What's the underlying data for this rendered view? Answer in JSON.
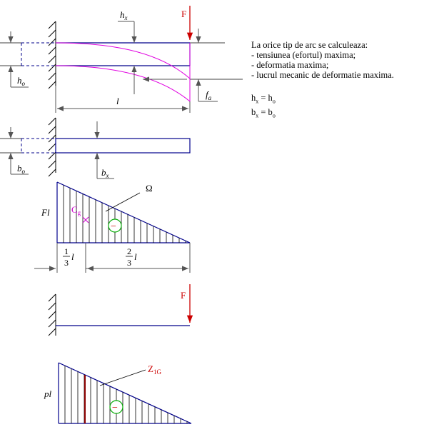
{
  "notes": {
    "heading": "La orice tip de arc se calculeaza:",
    "items": [
      " - tensiunea (efortul) maxima;",
      " - deformatia maxima;",
      " - lucrul mecanic de deformatie maxima."
    ],
    "eq_h": "h",
    "eq_h_sub": "x",
    "eq_h_rhs": " = h",
    "eq_h_rhs_sub": "o",
    "eq_b": "b",
    "eq_b_sub": "x",
    "eq_b_rhs": " = b",
    "eq_b_rhs_sub": "o"
  },
  "labels": {
    "force_top": "F",
    "force_bottom": "F",
    "hx": "h",
    "hx_sub": "x",
    "ho": "h",
    "ho_sub": "o",
    "fa": "f",
    "fa_sub": "a",
    "length": "l",
    "bo": "b",
    "bo_sub": "o",
    "bx": "b",
    "bx_sub": "x",
    "omega": "Ω",
    "cg": "C",
    "cg_sub": "g",
    "fl": "Fl",
    "third_num": "1",
    "third_den": "3",
    "third_l": "l",
    "twothirds_num": "2",
    "twothirds_den": "3",
    "twothirds_l": "l",
    "z": "Z",
    "z_sub": "1G",
    "pl": "pl",
    "minus_top": "−",
    "minus_bottom": "−"
  },
  "colors": {
    "beam": "#00008b",
    "deflection": "#e000e0",
    "force": "#cc0000",
    "hatch": "#000000",
    "dim": "#000000",
    "cg": "#cc00cc",
    "minus_circle": "#00aa00",
    "minus_sign": "#cc0000",
    "z_line": "#8b0000"
  }
}
